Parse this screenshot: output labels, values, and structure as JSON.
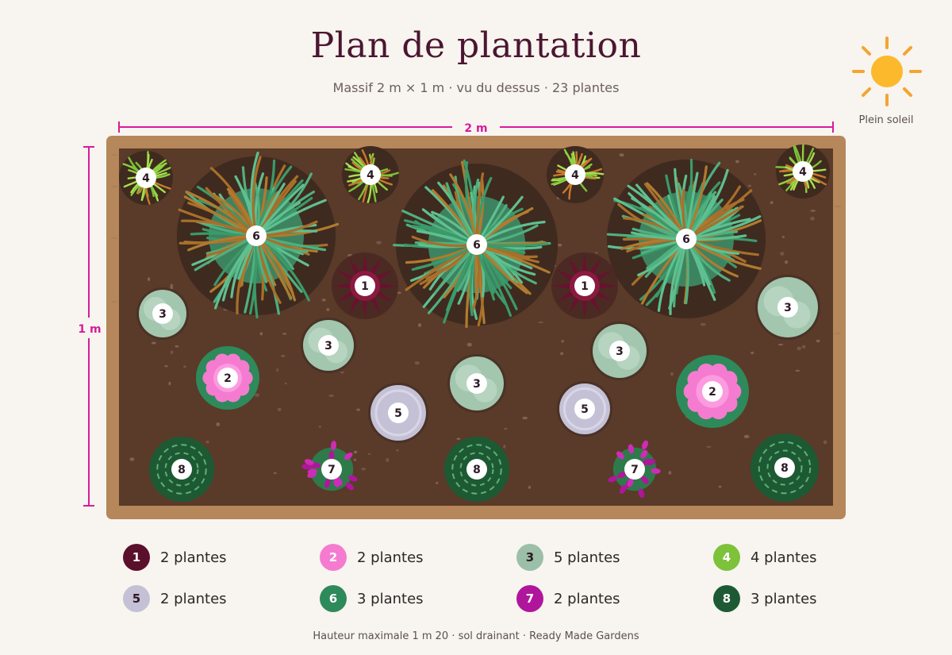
{
  "title": "Plan de plantation",
  "subtitle": "Massif 2 m × 1 m · vu du dessus · 23 plantes",
  "sun_label": "Plein soleil",
  "dims": {
    "width": "2 m",
    "height": "1 m"
  },
  "footer": "Hauteur maximale 1 m 20 · sol drainant · Ready Made Gardens",
  "plant_types": {
    "1": {
      "kind": "spiky",
      "color": "#5a0f2b"
    },
    "2": {
      "kind": "flower",
      "color": "#f57bd0"
    },
    "3": {
      "kind": "sage",
      "color": "#9bbfa8"
    },
    "4": {
      "kind": "grass-small",
      "color": "#7dc23a"
    },
    "5": {
      "kind": "silver",
      "color": "#c4c1d6"
    },
    "6": {
      "kind": "grass-large",
      "color": "#2e8a5a"
    },
    "7": {
      "kind": "magenta",
      "color": "#b0169c"
    },
    "8": {
      "kind": "boxwood",
      "color": "#1d5a34"
    }
  },
  "plants": [
    {
      "n": "4"
    },
    {
      "n": "4"
    },
    {
      "n": "4"
    },
    {
      "n": "4"
    },
    {
      "n": "6"
    },
    {
      "n": "6"
    },
    {
      "n": "6"
    },
    {
      "n": "1"
    },
    {
      "n": "1"
    },
    {
      "n": "3"
    },
    {
      "n": "3"
    },
    {
      "n": "3"
    },
    {
      "n": "3"
    },
    {
      "n": "3"
    },
    {
      "n": "2"
    },
    {
      "n": "2"
    },
    {
      "n": "5"
    },
    {
      "n": "5"
    },
    {
      "n": "8"
    },
    {
      "n": "8"
    },
    {
      "n": "8"
    },
    {
      "n": "7"
    },
    {
      "n": "7"
    }
  ],
  "legend": [
    {
      "number": "1",
      "text": "2 plantes",
      "color": "#5a0f2b"
    },
    {
      "number": "2",
      "text": "2 plantes",
      "color": "#f57bd0"
    },
    {
      "number": "3",
      "text": "5 plantes",
      "color": "#9bbfa8"
    },
    {
      "number": "4",
      "text": "4 plantes",
      "color": "#7dc23a"
    },
    {
      "number": "5",
      "text": "2 plantes",
      "color": "#c4c1d6"
    },
    {
      "number": "6",
      "text": "3 plantes",
      "color": "#2e8a5a"
    },
    {
      "number": "7",
      "text": "2 plantes",
      "color": "#b0169c"
    },
    {
      "number": "8",
      "text": "3 plantes",
      "color": "#1d5a34"
    }
  ]
}
